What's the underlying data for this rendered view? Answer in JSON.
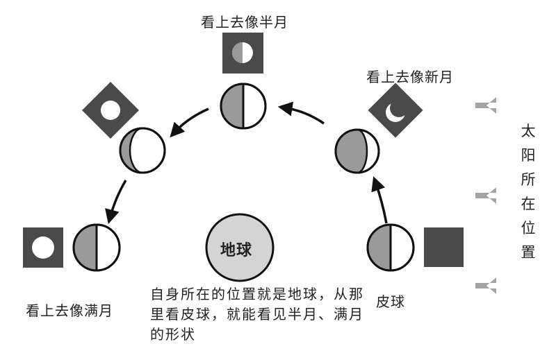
{
  "labels": {
    "top": "看上去像半月",
    "new_moon": "看上去像新月",
    "full_moon": "看上去像满月",
    "ball": "皮球",
    "earth": "地球",
    "sun_position": "太阳所在位置",
    "description": "自身所在的位置就是地球，从那里看皮球，就能看见半月、满月的形状"
  },
  "colors": {
    "shade": "#9a9a9a",
    "dark": "#4a4a4a",
    "earth_fill": "#d4d4d4",
    "arrow_gray": "#a4a4a4",
    "line": "#111111"
  },
  "icons": [
    "sun-arrow-icon",
    "moon-view-icon",
    "ball-phase-icon",
    "orbit-arrow-icon"
  ]
}
